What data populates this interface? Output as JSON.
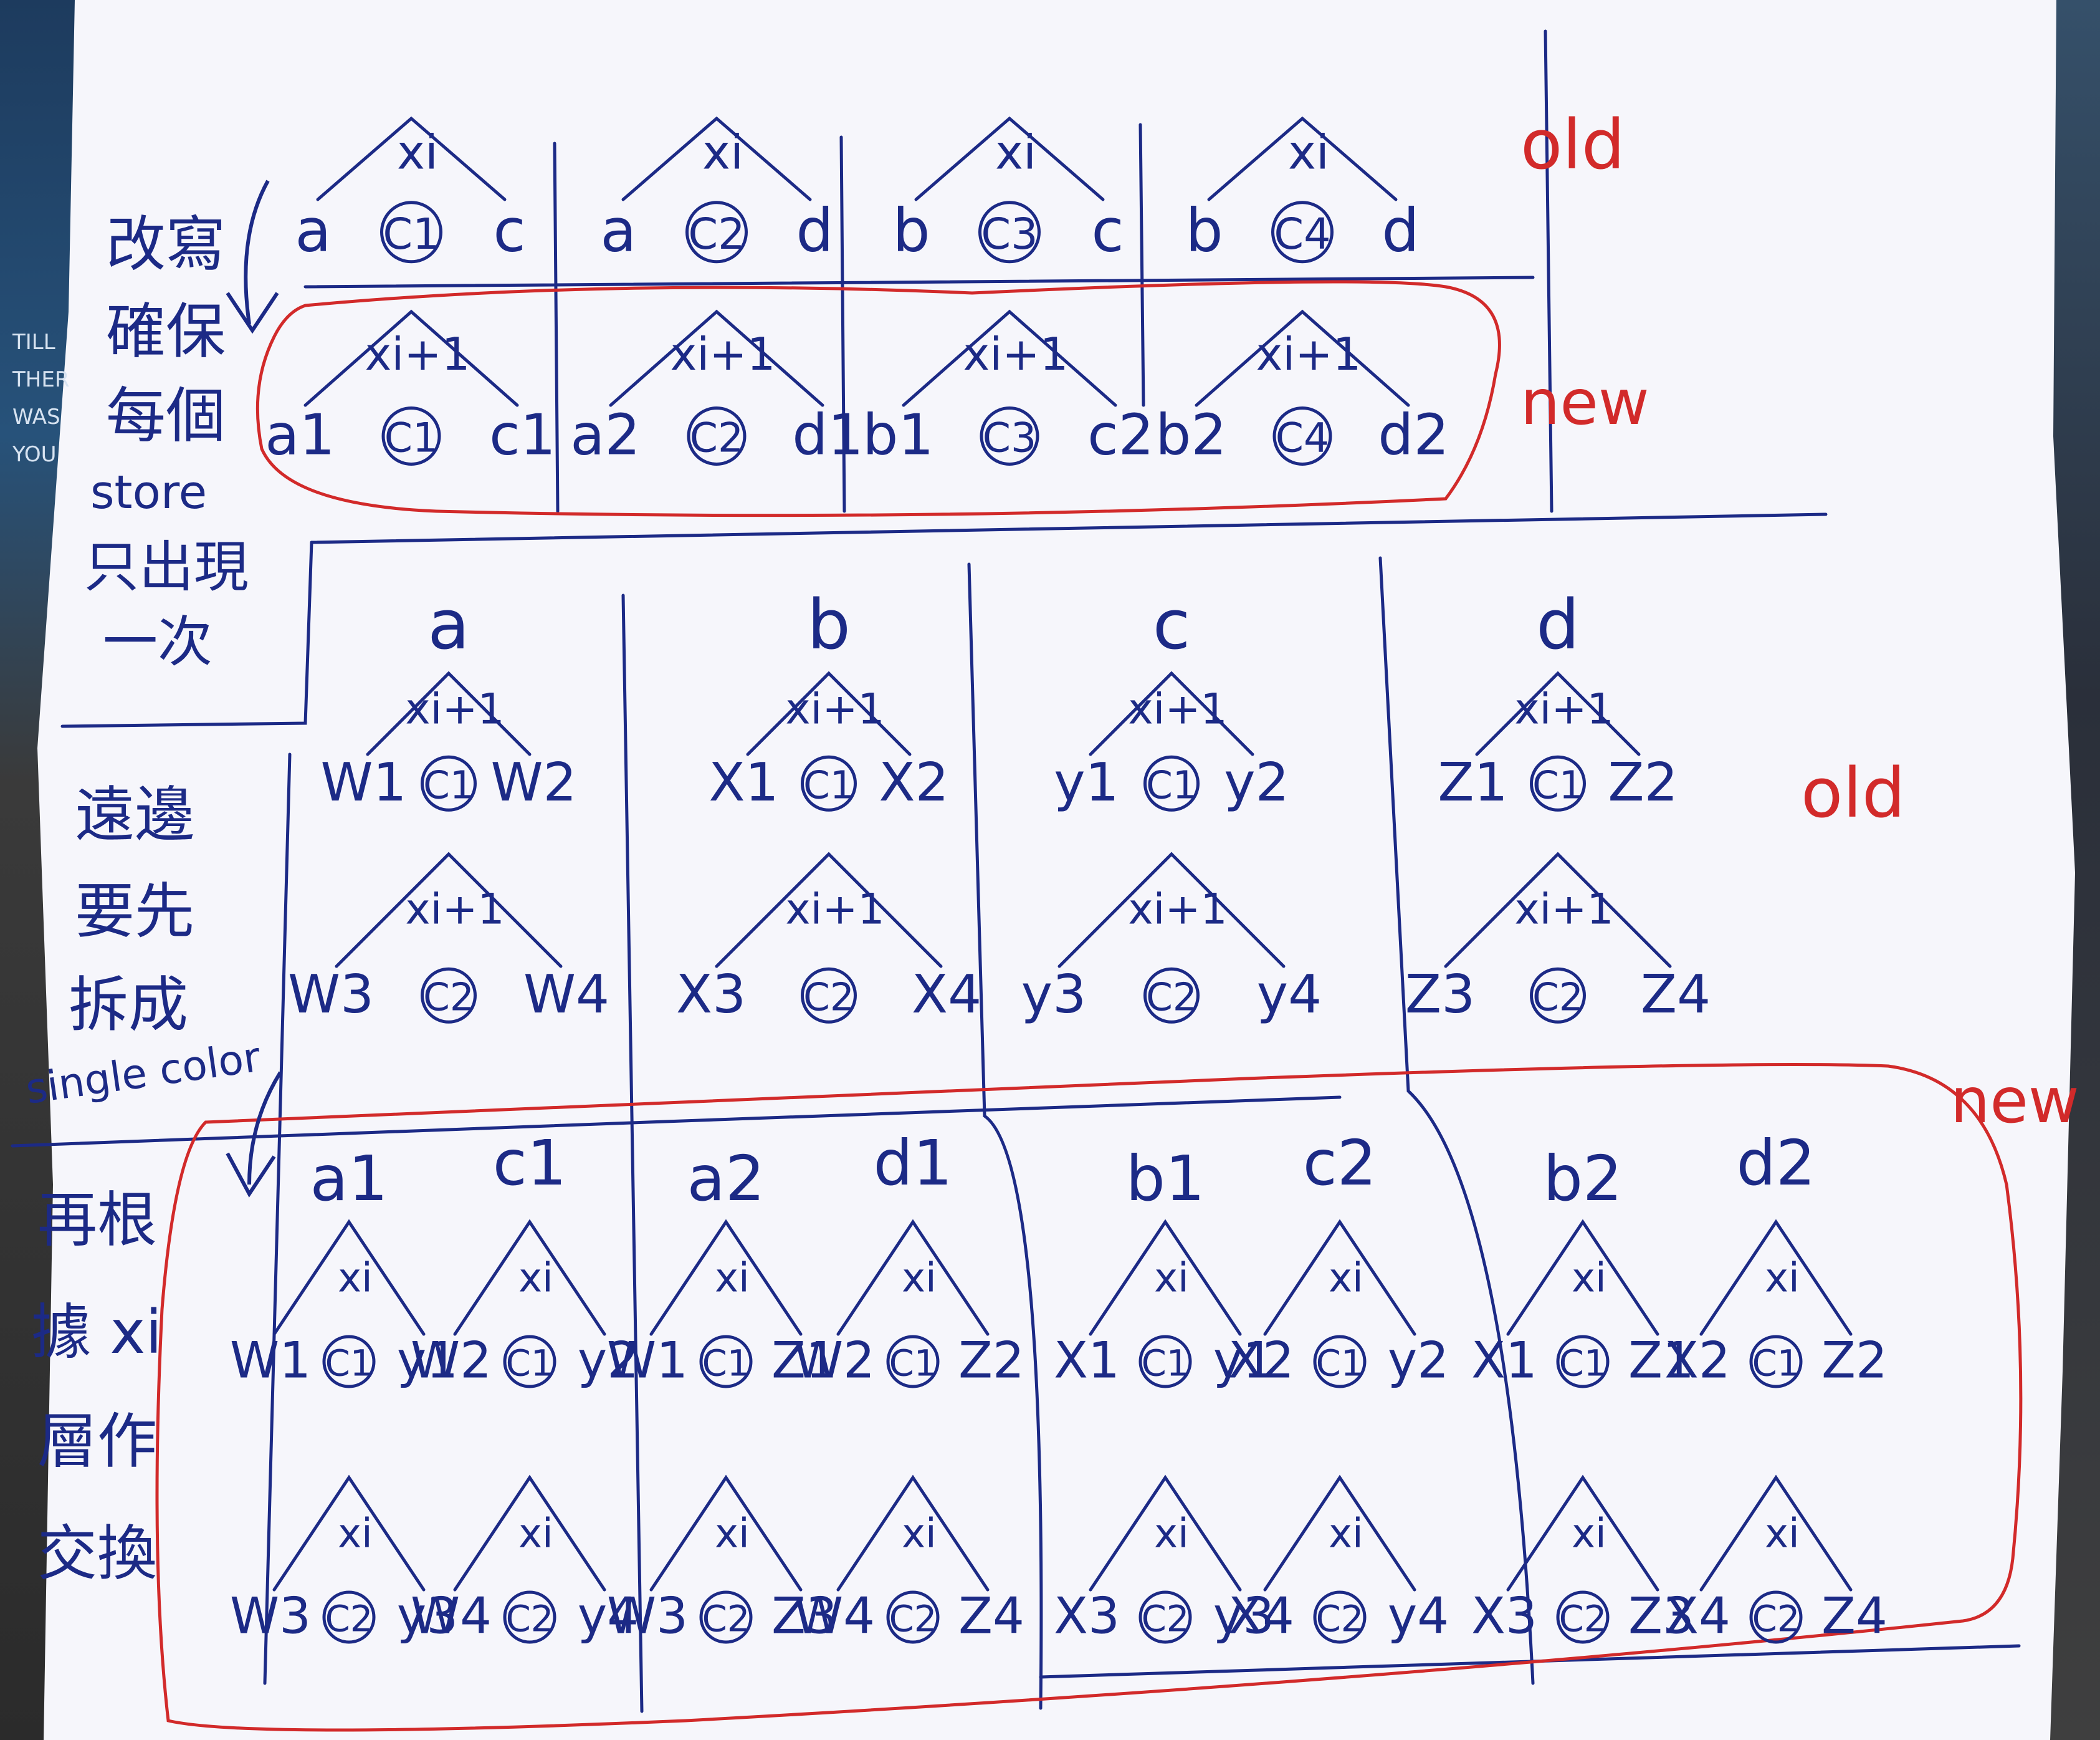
{
  "labels": {
    "old": "old",
    "new": "new",
    "xi": "xi",
    "xi1": "xi+1",
    "c1": "C1",
    "c2": "C2",
    "c3": "C3",
    "c4": "C4"
  },
  "annotations": {
    "top_note": [
      "改寫",
      "確保",
      "每個",
      "store",
      "只出現",
      "一次"
    ],
    "mid_note": [
      "遠邊",
      "要先",
      "拆成",
      "single color"
    ],
    "bottom_note": [
      "再根",
      "據 xi",
      "層作",
      "交換"
    ],
    "photo_text": [
      "TILL",
      "THER",
      "WAS",
      "YOU"
    ]
  },
  "top_old": [
    {
      "left": "a",
      "right": "c"
    },
    {
      "left": "a",
      "right": "d"
    },
    {
      "left": "b",
      "right": "c"
    },
    {
      "left": "b",
      "right": "d"
    }
  ],
  "top_new": [
    {
      "left": "a1",
      "right": "c1"
    },
    {
      "left": "a2",
      "right": "d1"
    },
    {
      "left": "b1",
      "right": "c2"
    },
    {
      "left": "b2",
      "right": "d2"
    }
  ],
  "mid_heads": [
    "a",
    "b",
    "c",
    "d"
  ],
  "mid_rows": [
    [
      {
        "l": "W1",
        "r": "W2"
      },
      {
        "l": "W3",
        "r": "W4"
      }
    ],
    [
      {
        "l": "X1",
        "r": "X2"
      },
      {
        "l": "X3",
        "r": "X4"
      }
    ],
    [
      {
        "l": "y1",
        "r": "y2"
      },
      {
        "l": "y3",
        "r": "y4"
      }
    ],
    [
      {
        "l": "Z1",
        "r": "Z2"
      },
      {
        "l": "Z3",
        "r": "Z4"
      }
    ]
  ],
  "bottom_heads": [
    [
      "a1",
      "c1"
    ],
    [
      "a2",
      "d1"
    ],
    [
      "b1",
      "c2"
    ],
    [
      "b2",
      "d2"
    ]
  ],
  "bottom_trees": [
    [
      {
        "l": "W1",
        "r": "y1"
      },
      {
        "l": "W2",
        "r": "y2"
      },
      {
        "l": "W3",
        "r": "y3"
      },
      {
        "l": "W4",
        "r": "y4"
      }
    ],
    [
      {
        "l": "W1",
        "r": "Z1"
      },
      {
        "l": "W2",
        "r": "Z2"
      },
      {
        "l": "W3",
        "r": "Z3"
      },
      {
        "l": "W4",
        "r": "Z4"
      }
    ],
    [
      {
        "l": "X1",
        "r": "y1"
      },
      {
        "l": "X2",
        "r": "y2"
      },
      {
        "l": "X3",
        "r": "y3"
      },
      {
        "l": "X4",
        "r": "y4"
      }
    ],
    [
      {
        "l": "X1",
        "r": "Z1"
      },
      {
        "l": "X2",
        "r": "Z2"
      },
      {
        "l": "X3",
        "r": "Z3"
      },
      {
        "l": "X4",
        "r": "Z4"
      }
    ]
  ]
}
